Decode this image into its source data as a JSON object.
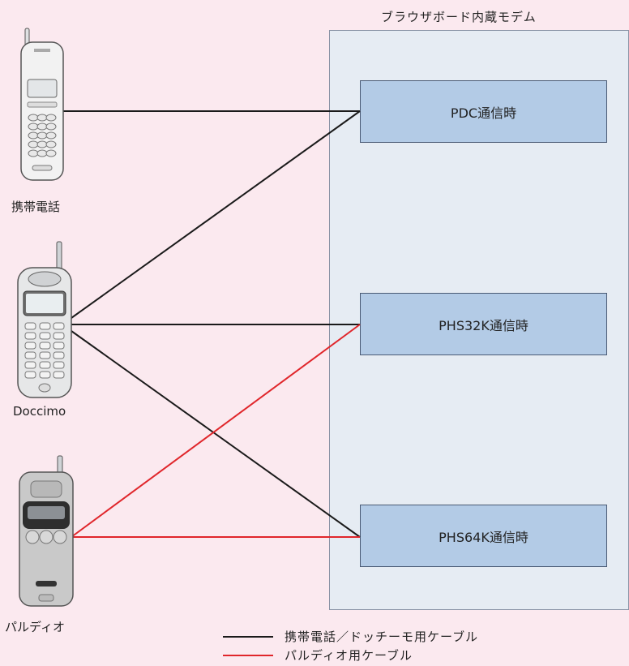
{
  "modem": {
    "title": "ブラウザボード内蔵モデム",
    "modes": [
      {
        "label": "PDC通信時"
      },
      {
        "label": "PHS32K通信時"
      },
      {
        "label": "PHS64K通信時"
      }
    ]
  },
  "phones": [
    {
      "label": "携帯電話"
    },
    {
      "label": "Doccimo"
    },
    {
      "label": "パルディオ"
    }
  ],
  "legend": [
    {
      "label": "携帯電話／ドッチーモ用ケーブル",
      "color": "#1a1a1a"
    },
    {
      "label": "パルディオ用ケーブル",
      "color": "#e0262b"
    }
  ],
  "colors": {
    "black_cable": "#1a1a1a",
    "red_cable": "#e0262b"
  }
}
